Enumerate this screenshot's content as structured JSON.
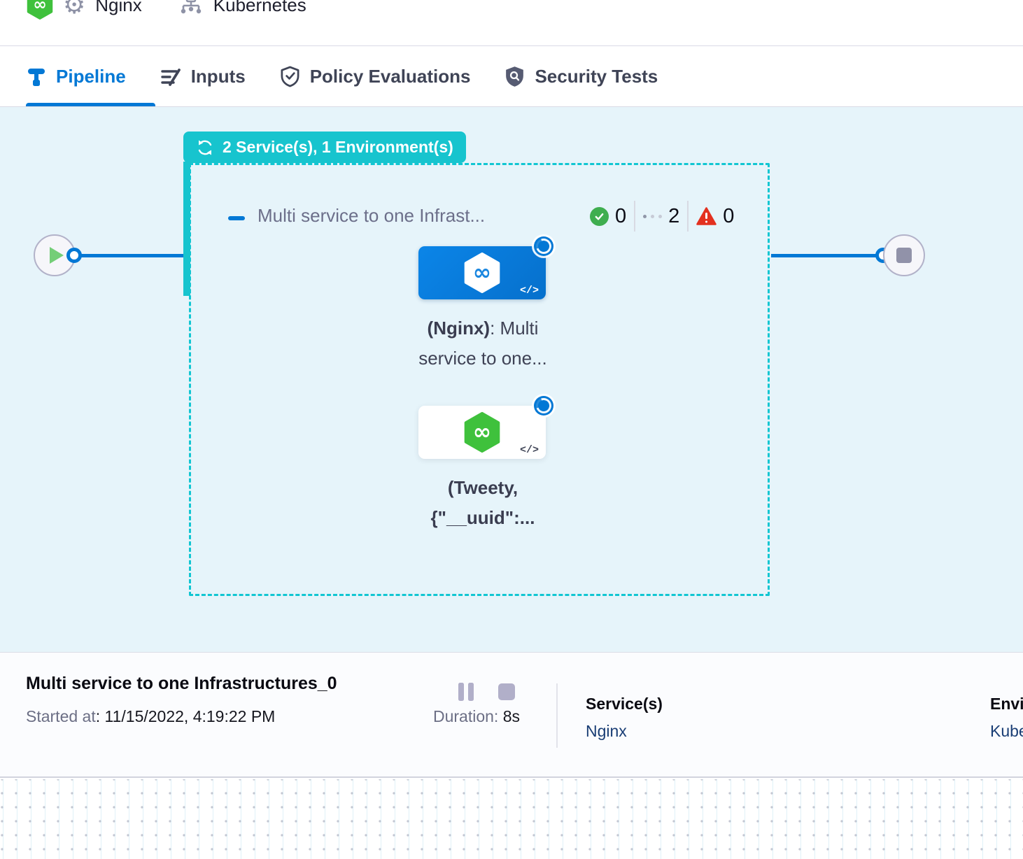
{
  "header": {
    "pipeline_name": "Nginx",
    "environment_name": "Kubernetes"
  },
  "tabs": [
    {
      "label": "Pipeline",
      "active": true
    },
    {
      "label": "Inputs",
      "active": false
    },
    {
      "label": "Policy Evaluations",
      "active": false
    },
    {
      "label": "Security Tests",
      "active": false
    }
  ],
  "canvas": {
    "stage_badge": "2 Service(s), 1 Environment(s)",
    "stage": {
      "title": "Multi service to one Infrast...",
      "counters": {
        "success": "0",
        "running": "2",
        "failed": "0"
      }
    },
    "nodes": [
      {
        "line1_bold": "(Nginx)",
        "line1_rest": ": Multi",
        "line2": "service to one...",
        "code_glyph": "</>"
      },
      {
        "line1_bold": "(Tweety,",
        "line1_rest": "",
        "line2": "{\"__uuid\":...",
        "code_glyph": "</>"
      }
    ]
  },
  "footer": {
    "title": "Multi service to one Infrastructures_0",
    "started_label": "Started at",
    "started_value": ": 11/15/2022, 4:19:22 PM",
    "duration_label": "Duration: ",
    "duration_value": "8s",
    "services_label": "Service(s)",
    "services_value": "Nginx",
    "environments_label": "Environment(s)",
    "environments_value": "Kubernetes"
  },
  "colors": {
    "accent_blue": "#0278d5",
    "teal": "#17c4ce",
    "success_green": "#3fae4f",
    "fail_red": "#e3301f",
    "harness_green": "#3fc13c",
    "canvas_bg": "#e6f4fa",
    "link_navy": "#1a3e75"
  }
}
